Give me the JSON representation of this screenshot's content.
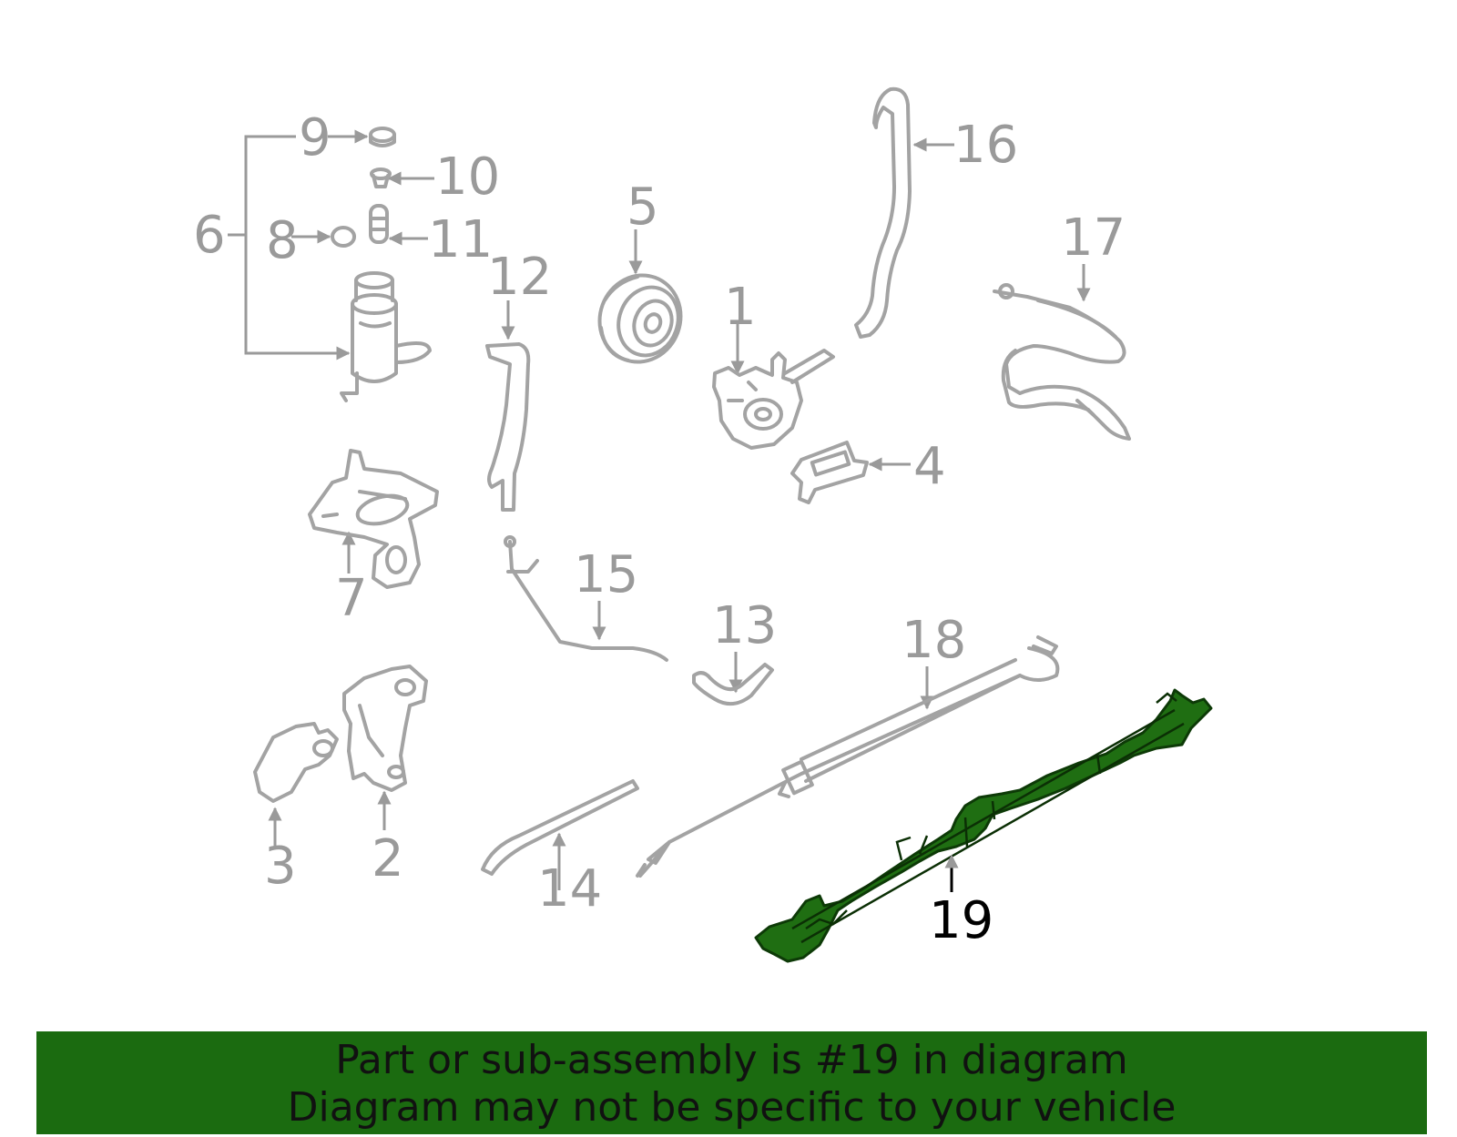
{
  "diagram": {
    "highlighted_part": "19",
    "highlight_color": "#1b6b10",
    "callouts": [
      "1",
      "2",
      "3",
      "4",
      "5",
      "6",
      "7",
      "8",
      "9",
      "10",
      "11",
      "12",
      "13",
      "14",
      "15",
      "16",
      "17",
      "18",
      "19"
    ]
  },
  "banner": {
    "line1": "Part or sub-assembly is #19 in diagram",
    "line2": "Diagram may not be specific to your vehicle",
    "background": "#1b6b10"
  }
}
